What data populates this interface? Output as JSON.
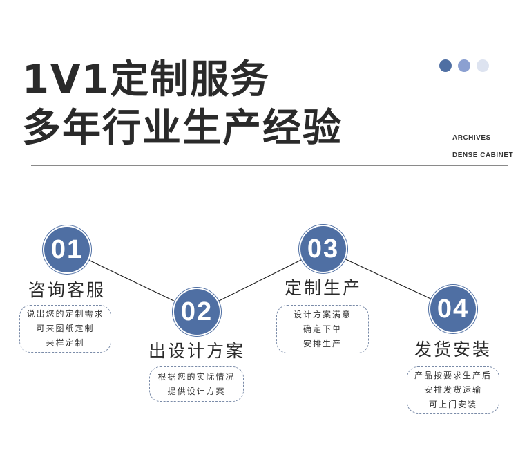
{
  "header": {
    "line1": "1V1定制服务",
    "line2": "多年行业生产经验",
    "en1": "ARCHIVES",
    "en2": "DENSE CABINET"
  },
  "colors": {
    "dot1": "#4f6fa3",
    "dot2": "#8ba0d1",
    "dot3": "#dde3f0",
    "accent": "#4f6fa3"
  },
  "steps": [
    {
      "num": "01",
      "title": "咨询客服",
      "lines": [
        "说出您的定制需求",
        "可来图纸定制",
        "来样定制"
      ]
    },
    {
      "num": "02",
      "title": "出设计方案",
      "lines": [
        "根据您的实际情况",
        "提供设计方案"
      ]
    },
    {
      "num": "03",
      "title": "定制生产",
      "lines": [
        "设计方案满意",
        "确定下单",
        "安排生产"
      ]
    },
    {
      "num": "04",
      "title": "发货安装",
      "lines": [
        "产品按要求生产后",
        "安排发货运输",
        "可上门安装"
      ]
    }
  ]
}
